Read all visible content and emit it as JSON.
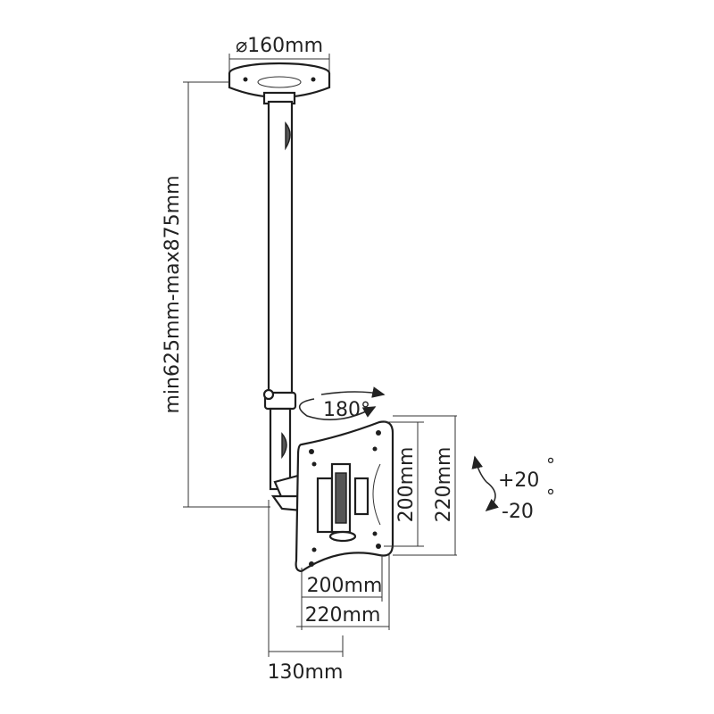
{
  "dimensions": {
    "plate_diameter": "⌀160mm",
    "height_range": "min625mm-max875mm",
    "rotation": "180°",
    "tilt_up": "+20",
    "tilt_down": "-20",
    "tilt_unit": "°",
    "vesa_inner_vertical": "200mm",
    "vesa_outer_vertical": "220mm",
    "vesa_inner_horizontal": "200mm",
    "vesa_outer_horizontal": "220mm",
    "arm_offset": "130mm"
  }
}
